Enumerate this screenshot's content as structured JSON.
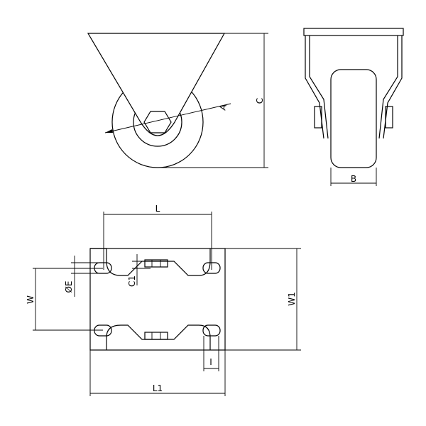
{
  "dimensions": {
    "A": "A",
    "B": "B",
    "C": "C",
    "L": "L",
    "L1": "L1",
    "W": "W",
    "W1": "W1",
    "C1": "C1",
    "E": "ØE",
    "I": "I"
  },
  "colors": {
    "line": "#000000",
    "background": "#ffffff"
  }
}
